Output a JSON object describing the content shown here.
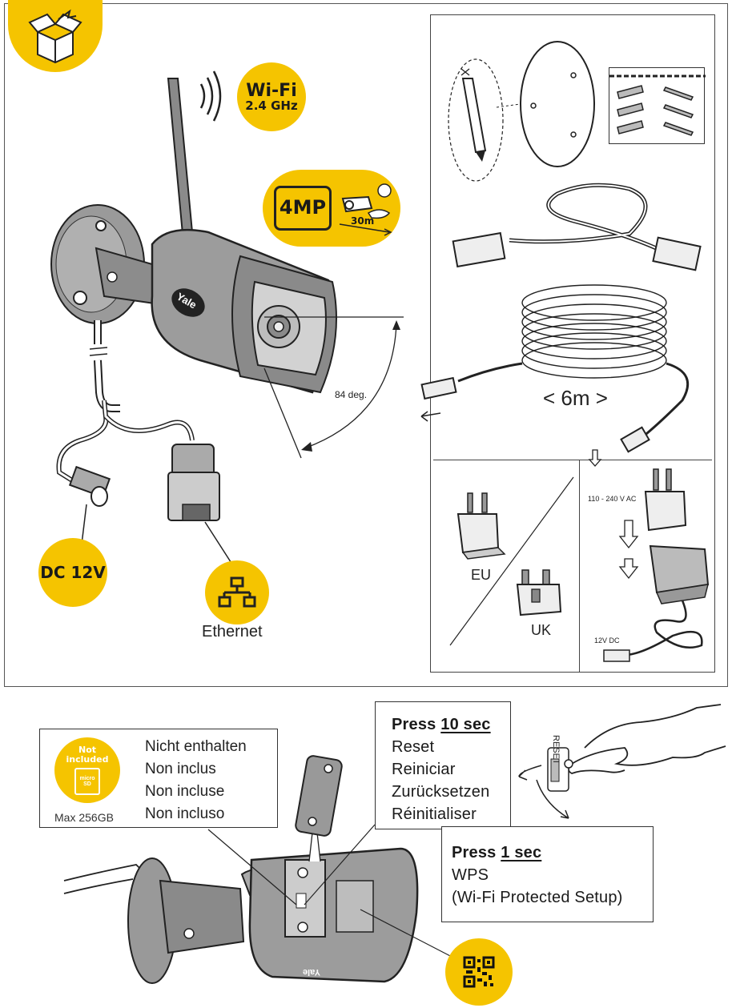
{
  "top_left": {
    "wifi_badge": {
      "title": "Wi-Fi",
      "band": "2.4 GHz"
    },
    "resolution_badge": "4MP",
    "night_range": "30m",
    "view_angle": "84 deg.",
    "power_badge": "DC 12V",
    "ethernet_label": "Ethernet",
    "brand": "Yale"
  },
  "box_contents": {
    "cable_length": "< 6m >",
    "input_voltage": "110 - 240 V AC",
    "output_voltage": "12V DC",
    "plug_eu": "EU",
    "plug_uk": "UK"
  },
  "sd_card": {
    "badge_line1": "Not",
    "badge_line2": "included",
    "card_text": "micro SD",
    "max": "Max 256GB",
    "not_included": [
      "Nicht enthalten",
      "Non inclus",
      "Non incluse",
      "Non incluso"
    ]
  },
  "reset_box": {
    "press_prefix": "Press ",
    "press_value": "10 sec",
    "lines": [
      "Reset",
      "Reiniciar",
      "Zurücksetzen",
      "Réinitialiser"
    ],
    "side_label": "RESET"
  },
  "wps_box": {
    "press_prefix": "Press ",
    "press_value": "1 sec",
    "lines": [
      "WPS",
      "(Wi-Fi Protected Setup)"
    ]
  },
  "bottom_brand": "Yale"
}
